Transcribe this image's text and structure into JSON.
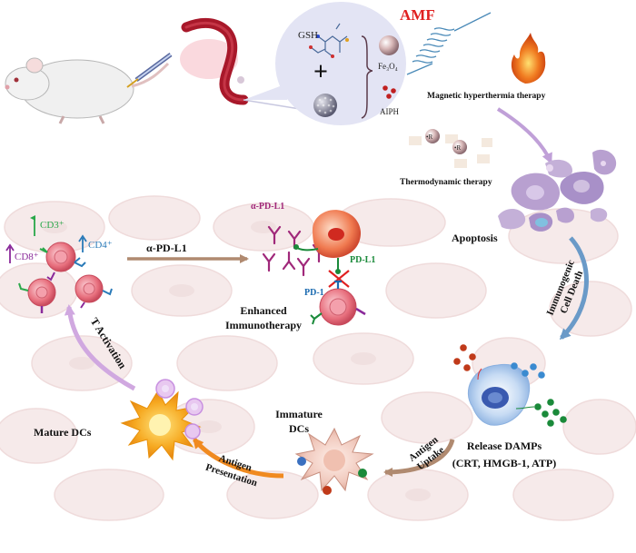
{
  "labels": {
    "amf": "AMF",
    "gsh": "GSH",
    "fe3o4": "Fe₃O₄",
    "aiph": "AIPH",
    "plus": "+",
    "magnetic": "Magnetic hyperthermia therapy",
    "thermodynamic": "Thermodynamic therapy",
    "radical": "•R",
    "apoptosis": "Apoptosis",
    "icd_line1": "Immunogenic",
    "icd_line2": "Cell Death",
    "release_line1": "Release DAMPs",
    "release_line2": "(CRT, HMGB-1, ATP)",
    "antigen_uptake_line1": "Antigen",
    "antigen_uptake_line2": "Uptake",
    "immature_line1": "Immature",
    "immature_line2": "DCs",
    "antigen_pres_line1": "Antigen",
    "antigen_pres_line2": "Presentation",
    "mature": "Mature DCs",
    "t_activation": "T Activation",
    "cd3": "CD3⁺",
    "cd8": "CD8⁺",
    "cd4": "CD4⁺",
    "apdl1_arrow": "α-PD-L1",
    "apdl1_antibody": "α-PD-L1",
    "pdl1": "PD-L1",
    "pd1": "PD-1",
    "enhanced_line1": "Enhanced",
    "enhanced_line2": "Immunotherapy"
  },
  "colors": {
    "amf": "#e02020",
    "cd3": "#2aa84a",
    "cd8": "#8a2a9a",
    "cd4": "#2a7ab8",
    "apdl1": "#a0287a",
    "pdl1": "#1a8a3a",
    "pd1": "#1a6ab0",
    "background_cells": "#f3dede",
    "nanoparticle_bubble": "#e3e4f4",
    "tumor_tissue": "#a8182a"
  }
}
